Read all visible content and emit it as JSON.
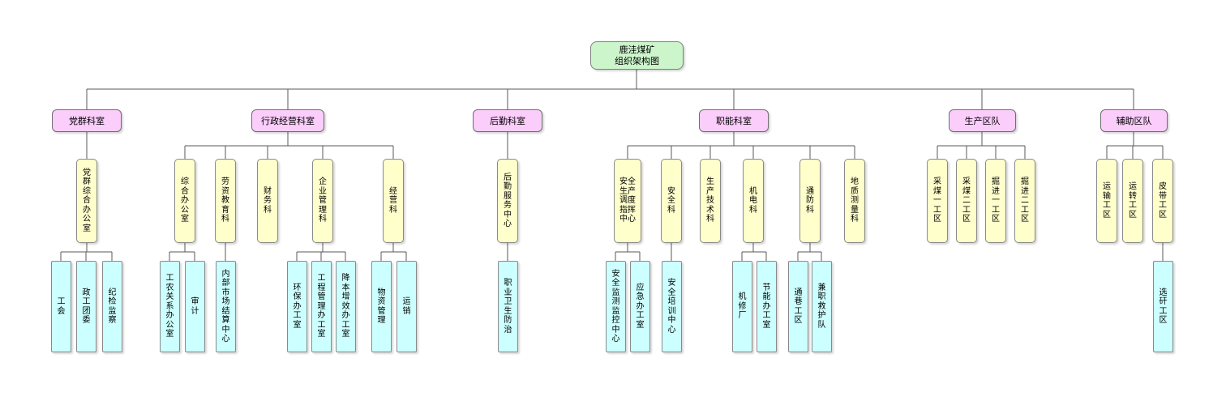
{
  "chart": {
    "root": {
      "line1": "鹿洼煤矿",
      "line2": "组织架构图"
    },
    "branches": [
      {
        "label": "党群科室",
        "departments": [
          {
            "label": "党群综合办公室",
            "children": [
              {
                "label": "工会"
              },
              {
                "label": "政工团委"
              },
              {
                "label": "纪检监察"
              }
            ]
          }
        ]
      },
      {
        "label": "行政经营科室",
        "departments": [
          {
            "label": "综合办公室",
            "children": [
              {
                "label": "工农关系办公室"
              },
              {
                "label": "审计"
              }
            ]
          },
          {
            "label": "劳资教育科",
            "children": [
              {
                "label": "内部市场结算中心"
              }
            ]
          },
          {
            "label": "财务科",
            "children": []
          },
          {
            "label": "企业管理科",
            "children": [
              {
                "label": "环保办工室"
              },
              {
                "label": "工程管理办工室"
              },
              {
                "label": "降本增效办工室"
              }
            ]
          },
          {
            "label": "经营科",
            "children": [
              {
                "label": "物资管理"
              },
              {
                "label": "运销"
              }
            ]
          }
        ]
      },
      {
        "label": "后勤科室",
        "departments": [
          {
            "label": "后勤服务中心",
            "children": [
              {
                "label": "职业卫生防治"
              }
            ]
          }
        ]
      },
      {
        "label": "职能科室",
        "departments": [
          {
            "label": "安全生产调度指挥中心",
            "children": [
              {
                "label": "安全监测监控中心"
              },
              {
                "label": "应急办工室"
              }
            ]
          },
          {
            "label": "安全科",
            "children": [
              {
                "label": "安全培训中心"
              }
            ]
          },
          {
            "label": "生产技术科",
            "children": []
          },
          {
            "label": "机电科",
            "children": [
              {
                "label": "机修厂"
              },
              {
                "label": "节能办工室"
              }
            ]
          },
          {
            "label": "通防科",
            "children": [
              {
                "label": "通巷工区"
              },
              {
                "label": "兼职救护队"
              }
            ]
          },
          {
            "label": "地质测量科",
            "children": []
          }
        ]
      },
      {
        "label": "生产区队",
        "departments": [
          {
            "label": "采煤一工区",
            "children": []
          },
          {
            "label": "采煤二工区",
            "children": []
          },
          {
            "label": "掘进一工区",
            "children": []
          },
          {
            "label": "掘进二工区",
            "children": []
          }
        ]
      },
      {
        "label": "辅助区队",
        "departments": [
          {
            "label": "运输工区",
            "children": []
          },
          {
            "label": "运转工区",
            "children": []
          },
          {
            "label": "皮带工区",
            "children": [
              {
                "label": "选矸工区"
              }
            ]
          }
        ]
      }
    ],
    "colors": {
      "root_fill": "#ccf5cc",
      "branch_fill": "#fbcdfb",
      "dept_fill": "#ffffcc",
      "sub_fill": "#ccffff",
      "line": "#595959"
    }
  }
}
